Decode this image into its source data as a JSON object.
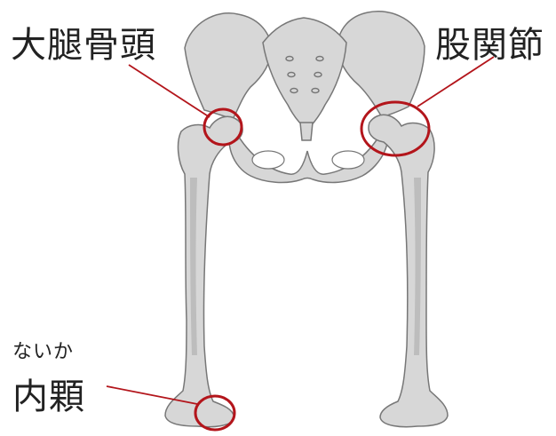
{
  "labels": {
    "femoral_head": "大腿骨頭",
    "hip_joint": "股関節",
    "medial_condyle_ruby": "ないか",
    "medial_condyle": "内顆"
  },
  "colors": {
    "bone_fill": "#d7d7d7",
    "bone_stroke": "#777777",
    "bone_shadow": "#bdbdbd",
    "highlight": "#b3151b",
    "leader_line": "#b3151b",
    "text": "#222222"
  }
}
